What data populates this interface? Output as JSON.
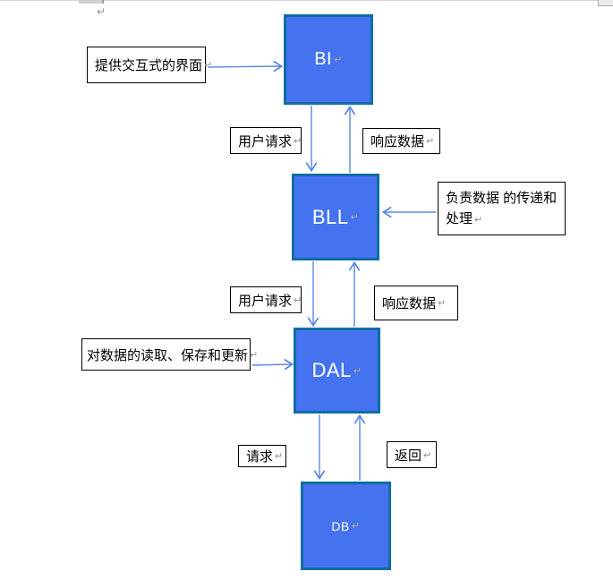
{
  "colors": {
    "node_fill": "#4573f0",
    "node_border": "#0e6da4",
    "arrow": "#5e87e8",
    "callout_border": "#000000",
    "return_mark_grey": "#8f8f8f",
    "return_mark_tan": "#bfa98a"
  },
  "marks": {
    "return_mark": "↵"
  },
  "nodes": {
    "bi": {
      "label": "BI"
    },
    "bll": {
      "label": "BLL"
    },
    "dal": {
      "label": "DAL"
    },
    "db": {
      "label": "DB"
    }
  },
  "labels": {
    "provide_ui": {
      "text": "提供交互式的界面"
    },
    "user_request_1": {
      "text": "用户请求"
    },
    "response_data_1": {
      "text": "响应数据"
    },
    "data_transfer": {
      "line1": "负责数据 的传递和",
      "line2": "处理"
    },
    "user_request_2": {
      "text": "用户请求"
    },
    "response_data_2": {
      "text": "响应数据"
    },
    "data_rw": {
      "text": "对数据的读取、保存和更新"
    },
    "request": {
      "text": "请求"
    },
    "return": {
      "text": "返回"
    }
  }
}
